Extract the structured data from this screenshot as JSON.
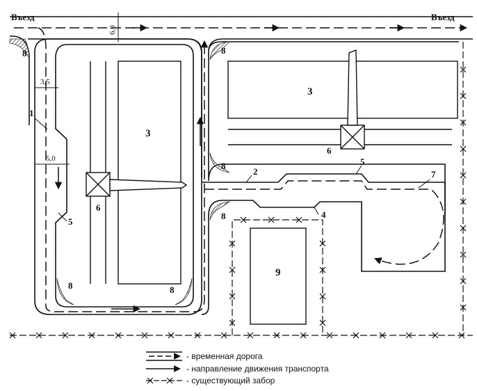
{
  "labels": {
    "entry_left": "Въезд",
    "entry_right": "Въезд",
    "dim_top": "6,0",
    "dim_road_narrow": "3,5",
    "dim_road_wide": "5,0",
    "n1": "1",
    "n2": "2",
    "n3_left": "3",
    "n3_right": "3",
    "n4": "4",
    "n5_left": "5",
    "n5_right": "5",
    "n6_left": "6",
    "n6_right": "6",
    "n7": "7",
    "n8_a": "8",
    "n8_b": "8",
    "n8_c": "8",
    "n8_d": "8",
    "n8_e": "8",
    "n8_f": "8",
    "n9": "9"
  },
  "legend": [
    {
      "symbol": "road",
      "text": "- временная дорога"
    },
    {
      "symbol": "direction",
      "text": "- направление движения транспорта"
    },
    {
      "symbol": "fence",
      "text": "- существующий забор"
    }
  ],
  "colors": {
    "ink": "#111111",
    "hatch": "#333333",
    "background": "#ffffff"
  }
}
